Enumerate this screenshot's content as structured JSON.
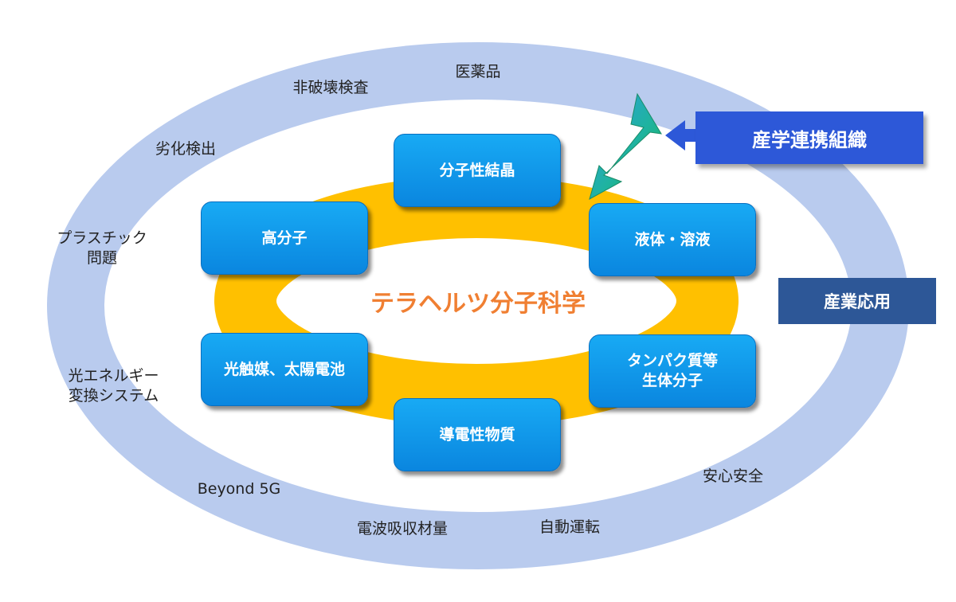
{
  "core_label": "テラヘルツ分子科学",
  "molecular_boxes": [
    {
      "id": "crystal",
      "label": "分子性結晶"
    },
    {
      "id": "liquid",
      "label": "液体・溶液"
    },
    {
      "id": "protein",
      "label": "タンパク質等\n生体分子"
    },
    {
      "id": "conductive",
      "label": "導電性物質"
    },
    {
      "id": "photocatalyst",
      "label": "光触媒、太陽電池"
    },
    {
      "id": "polymer",
      "label": "高分子"
    }
  ],
  "applications": [
    {
      "id": "pharma",
      "label": "医薬品"
    },
    {
      "id": "ndt",
      "label": "非破壊検査"
    },
    {
      "id": "degradation",
      "label": "劣化検出"
    },
    {
      "id": "plastic",
      "label": "プラスチック\n問題"
    },
    {
      "id": "energy",
      "label": "光エネルギー\n変換システム"
    },
    {
      "id": "beyond5g",
      "label": "Beyond 5G"
    },
    {
      "id": "absorber",
      "label": "電波吸収材量"
    },
    {
      "id": "autonomous",
      "label": "自動運転"
    },
    {
      "id": "safety",
      "label": "安心安全"
    }
  ],
  "industry_label": "産業応用",
  "org_label": "産学連携組織",
  "colors": {
    "outer_ring": "#b9cbee",
    "inner_ring": "#ffc000",
    "box": "#0b8fe6",
    "core_text": "#f07f32",
    "org_box": "#2d58d8",
    "industry_box": "#2d5797",
    "arrow_green": "#1db34a",
    "arrow_blue": "#1f5fe0"
  },
  "icons": {
    "bidirectional_arrow": "double-headed-arrow-icon",
    "pointer_arrow": "left-arrow-icon"
  }
}
